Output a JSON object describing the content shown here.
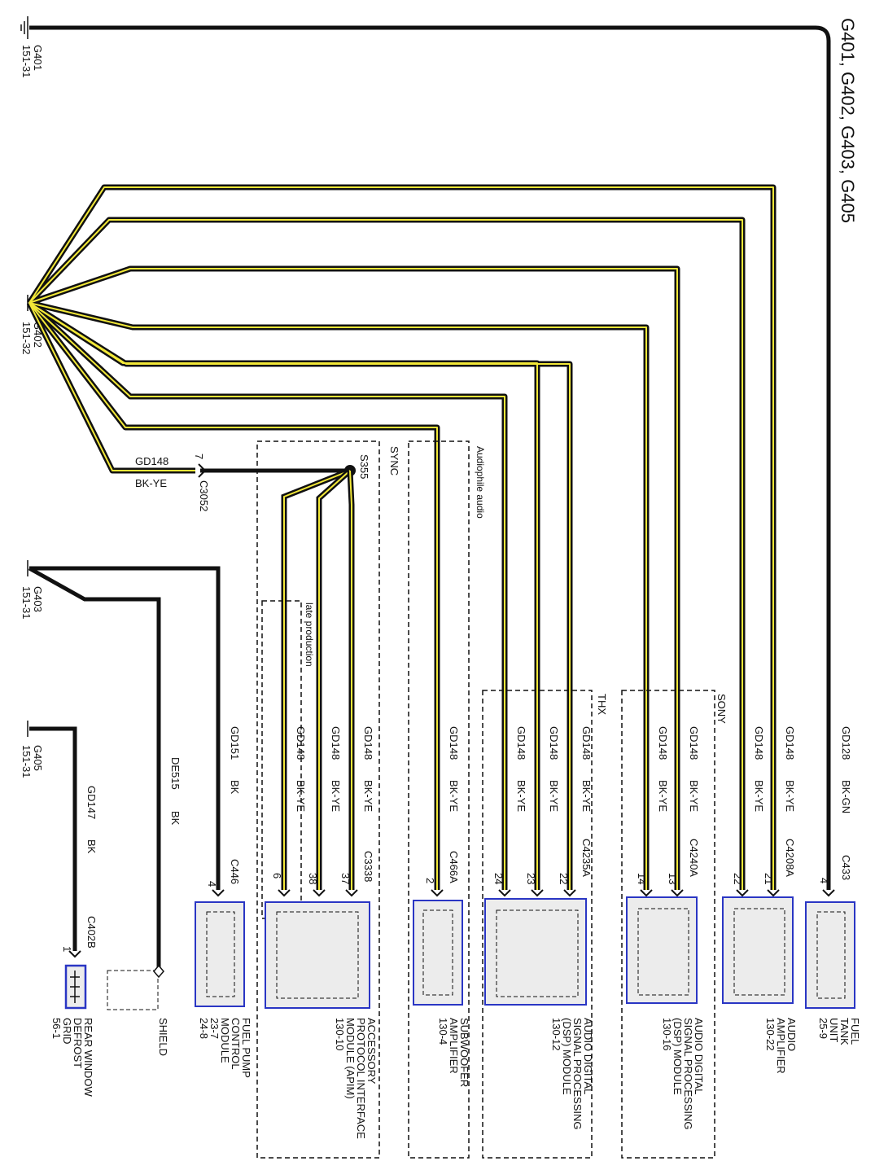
{
  "title": "G401, G402, G403, G405",
  "grounds": {
    "g401": {
      "name": "G401",
      "ref": "151-31"
    },
    "g402": {
      "name": "G402",
      "ref": "151-32"
    },
    "g403": {
      "name": "G403",
      "ref": "151-31"
    },
    "g405": {
      "name": "G405",
      "ref": "151-31"
    }
  },
  "splice": {
    "name": "S355"
  },
  "inline_connector": {
    "name": "C3052",
    "pin": "7",
    "circuit": "GD148",
    "color": "BK-YE"
  },
  "option_groups": {
    "sync": "SYNC",
    "audiophile": "Audiophile audio",
    "late_production": "late production",
    "thx": "THX",
    "sony": "SONY"
  },
  "wires": [
    {
      "circuit": "GD128",
      "color": "BK-GN"
    },
    {
      "circuit": "GD148",
      "color": "BK-YE"
    },
    {
      "circuit": "GD148",
      "color": "BK-YE"
    },
    {
      "circuit": "GD148",
      "color": "BK-YE"
    },
    {
      "circuit": "GD148",
      "color": "BK-YE"
    },
    {
      "circuit": "GD148",
      "color": "BK-YE"
    },
    {
      "circuit": "GD148",
      "color": "BK-YE"
    },
    {
      "circuit": "GD148",
      "color": "BK-YE"
    },
    {
      "circuit": "GD148",
      "color": "BK-YE"
    },
    {
      "circuit": "GD148",
      "color": "BK-YE"
    },
    {
      "circuit": "GD148",
      "color": "BK-YE"
    },
    {
      "circuit": "GD148",
      "color": "BK-YE"
    },
    {
      "circuit": "GD151",
      "color": "BK"
    },
    {
      "circuit": "DE515",
      "color": "BK"
    },
    {
      "circuit": "GD147",
      "color": "BK"
    }
  ],
  "connectors": {
    "c433": {
      "name": "C433",
      "pin": "4"
    },
    "c4208a": {
      "name": "C4208A",
      "pins": [
        "21",
        "22"
      ]
    },
    "c4240a": {
      "name": "C4240A",
      "pins": [
        "13",
        "14"
      ]
    },
    "c4235a": {
      "name": "C4235A",
      "pins": [
        "22",
        "23",
        "24"
      ]
    },
    "c466a": {
      "name": "C466A",
      "pin": "2"
    },
    "c3338": {
      "name": "C3338",
      "pins": [
        "37",
        "38",
        "6"
      ]
    },
    "c446": {
      "name": "C446",
      "pin": "4"
    },
    "c402b": {
      "name": "C402B",
      "pin": "1"
    }
  },
  "components": [
    {
      "lines": [
        "FUEL",
        "TANK",
        "UNIT",
        "25-9"
      ]
    },
    {
      "lines": [
        "AUDIO",
        "AMPLIFIER",
        "130-22"
      ]
    },
    {
      "lines": [
        "AUDIO DIGITAL",
        "SIGNAL PROCESSING",
        "(DSP) MODULE",
        "130-16"
      ]
    },
    {
      "lines": [
        "AUDIO DIGITAL",
        "SIGNAL PROCESSING",
        "(DSP) MODULE",
        "130-12"
      ]
    },
    {
      "lines": [
        "SUBWOOFER",
        "AMPLIFIER",
        "130-4"
      ]
    },
    {
      "lines": [
        "ACCESSORY",
        "PROTOCOL INTERFACE",
        "MODULE (APIM)",
        "130-10"
      ]
    },
    {
      "lines": [
        "FUEL PUMP",
        "CONTROL",
        "MODULE",
        "23-7",
        "24-8"
      ]
    },
    {
      "lines": [
        "SHIELD"
      ]
    },
    {
      "lines": [
        "REAR WINDOW",
        "DEFROST",
        "GRID",
        "56-1"
      ]
    }
  ],
  "colors": {
    "wire_black": "#111111",
    "wire_yellow": "#f2e838",
    "module_border": "#2a36c4",
    "module_fill": "#ececec"
  }
}
